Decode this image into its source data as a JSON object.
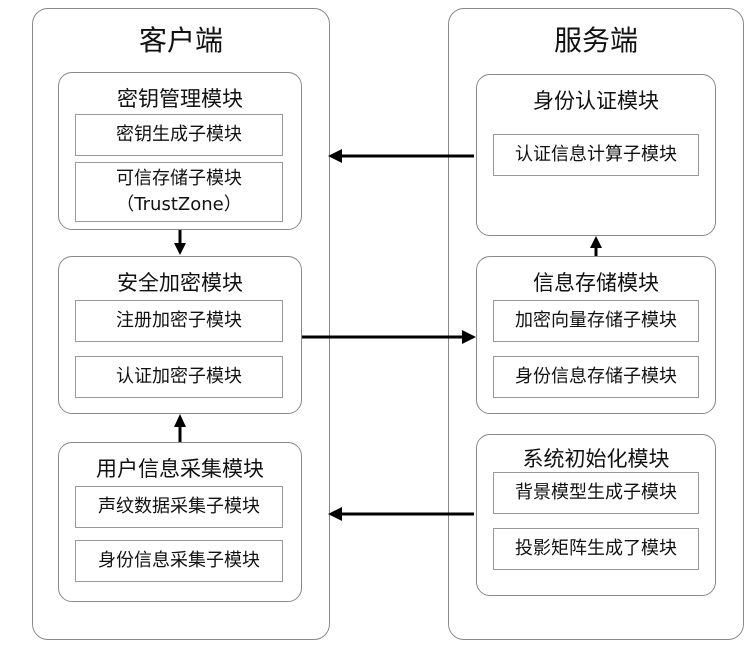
{
  "client": {
    "title": "客户端",
    "key_management": {
      "title": "密钥管理模块",
      "subs": [
        "密钥生成子模块",
        "可信存储子模块",
        "（TrustZone）"
      ]
    },
    "secure_encryption": {
      "title": "安全加密模块",
      "subs": [
        "注册加密子模块",
        "认证加密子模块"
      ]
    },
    "user_info_collection": {
      "title": "用户信息采集模块",
      "subs": [
        "声纹数据采集子模块",
        "身份信息采集子模块"
      ]
    }
  },
  "server": {
    "title": "服务端",
    "identity_auth": {
      "title": "身份认证模块",
      "subs": [
        "认证信息计算子模块"
      ]
    },
    "info_storage": {
      "title": "信息存储模块",
      "subs": [
        "加密向量存储子模块",
        "身份信息存储子模块"
      ]
    },
    "system_init": {
      "title": "系统初始化模块",
      "subs": [
        "背景模型生成子模块",
        "投影矩阵生成了模块"
      ]
    }
  }
}
